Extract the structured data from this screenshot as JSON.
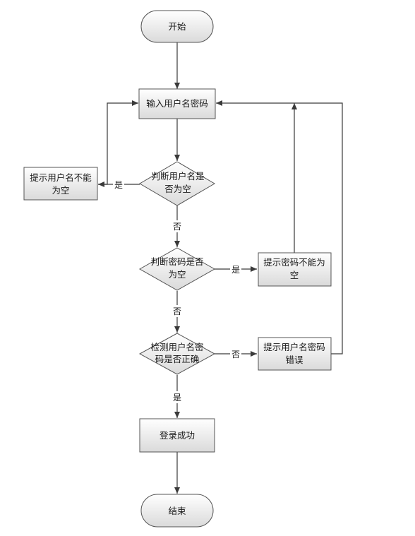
{
  "nodes": {
    "start": "开始",
    "input": "输入用户名密码",
    "check_user_empty": [
      "判断用户名是",
      "否为空"
    ],
    "user_empty_prompt": [
      "提示用户名不能",
      "为空"
    ],
    "check_pwd_empty": [
      "判断密码是否",
      "为空"
    ],
    "pwd_empty_prompt": [
      "提示密码不能为",
      "空"
    ],
    "verify": [
      "检测用户名密",
      "码是否正确"
    ],
    "wrong_prompt": [
      "提示用户名密码",
      "错误"
    ],
    "success": "登录成功",
    "end": "结束"
  },
  "edge_labels": {
    "yes": "是",
    "no": "否"
  },
  "colors": {
    "fill_top": "#ffffff",
    "fill_bottom": "#dcdcdc",
    "stroke": "#555555",
    "arrow": "#3a3a3a"
  }
}
